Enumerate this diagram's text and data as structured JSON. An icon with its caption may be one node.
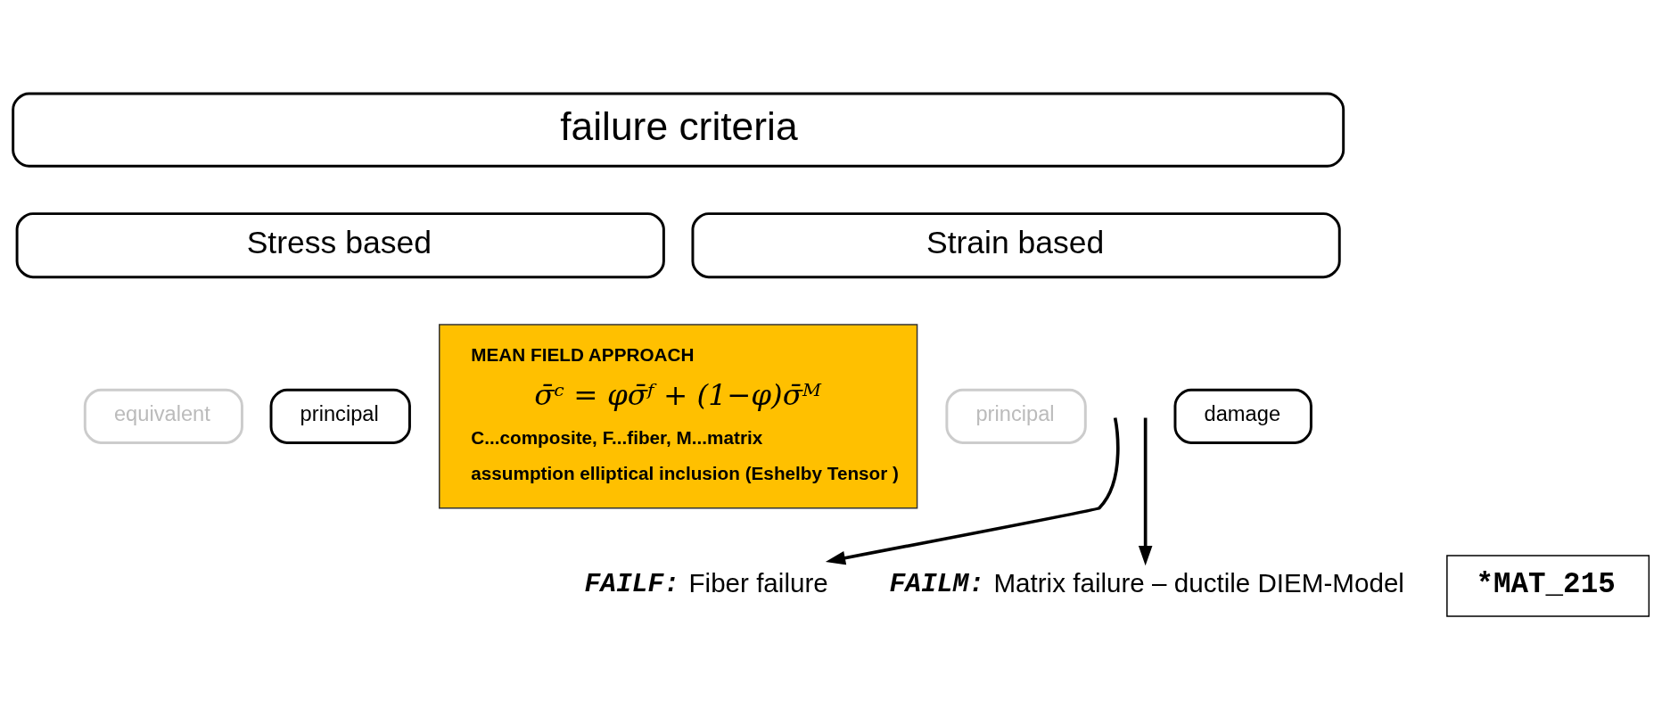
{
  "diagram": {
    "nodes": [
      {
        "text": [
          "failure criteria"
        ]
      },
      {
        "text": [
          "Stress based"
        ]
      },
      {
        "text": [
          "Strain based"
        ]
      },
      {
        "text": [
          "equivalent"
        ]
      },
      {
        "text": [
          "principal"
        ]
      },
      {
        "text": [
          "principal"
        ]
      },
      {
        "text": [
          "damage"
        ]
      },
      {
        "text": [
          "MEAN FIELD APPROACH",
          "σ̄ᶜ = φσ̄ᶠ + (1−φ)σ̄ᴹ",
          "C...composite, F...fiber, M...matrix",
          "assumption elliptical inclusion (Eshelby Tensor )"
        ]
      },
      {
        "text": [
          "FAILF:",
          "Fiber failure"
        ]
      },
      {
        "text": [
          "FAILM:",
          "Matrix failure – ductile DIEM-Model"
        ]
      },
      {
        "text": [
          "*MAT_215"
        ]
      }
    ],
    "edges": [
      {
        "from": null,
        "to": 8,
        "arrow": "to"
      },
      {
        "from": null,
        "to": 9,
        "arrow": "to"
      }
    ]
  }
}
